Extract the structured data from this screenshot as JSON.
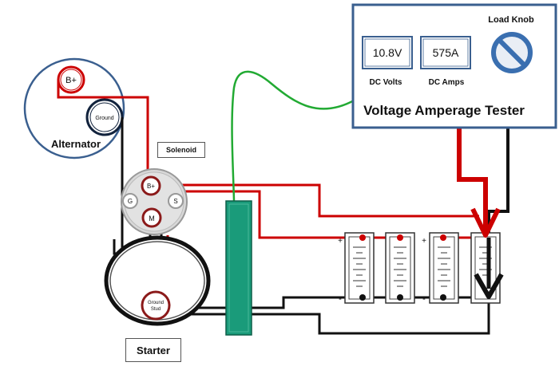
{
  "alternator": {
    "label": "Alternator",
    "b_plus": "B+",
    "ground": "Ground"
  },
  "solenoid": {
    "label": "Solenoid",
    "b_plus": "B+",
    "g": "G",
    "s": "S",
    "m": "M"
  },
  "starter": {
    "label": "Starter",
    "ground_stud_line1": "Ground",
    "ground_stud_line2": "Stud"
  },
  "tester": {
    "title": "Voltage Amperage Tester",
    "volts_value": "10.8V",
    "volts_label": "DC Volts",
    "amps_value": "575A",
    "amps_label": "DC Amps",
    "knob_label": "Load Knob"
  },
  "battery": {
    "plus": "+",
    "minus": "-"
  },
  "colors": {
    "positive": "#cc0000",
    "ground": "#111111",
    "sense": "#22aa33",
    "tester_border": "#3a5f8f",
    "probe": "#1a9b7a"
  }
}
